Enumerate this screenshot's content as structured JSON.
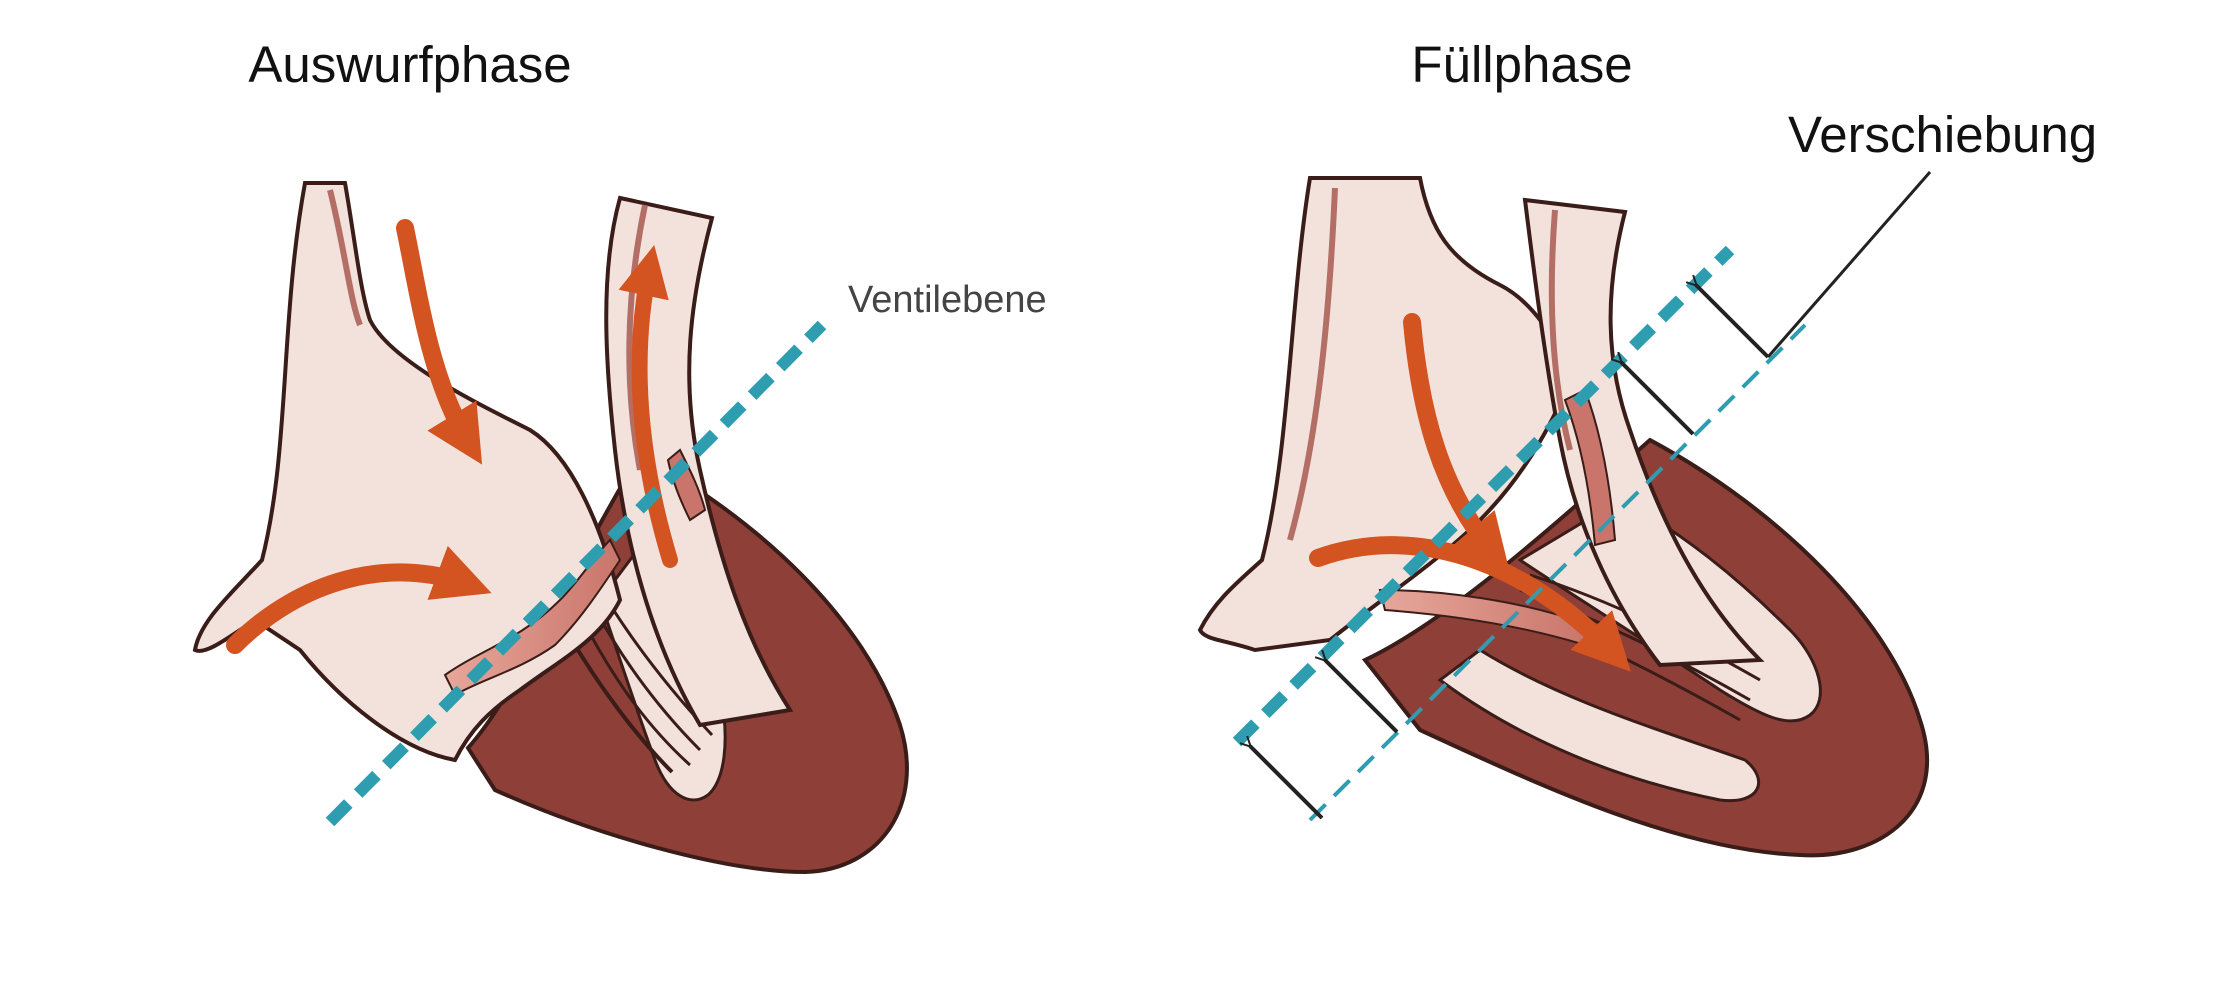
{
  "titles": {
    "left": "Auswurfphase",
    "right": "Füllphase"
  },
  "annotations": {
    "valve_plane": "Ventilebene",
    "displacement": "Verschiebung"
  },
  "colors": {
    "tissue_light": "#f3e2dc",
    "tissue_outline": "#3a1d18",
    "wall_mid": "#b36f66",
    "myocardium_dark": "#8e3f38",
    "flow_arrow": "#d35420",
    "valve_plane_line": "#2e9db0",
    "displacement_arrow": "#222222"
  }
}
